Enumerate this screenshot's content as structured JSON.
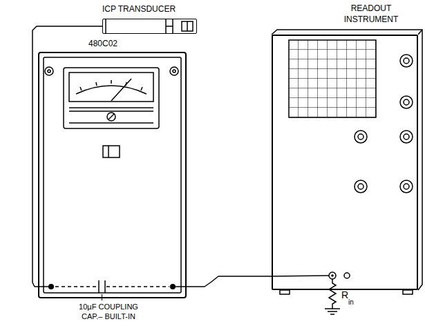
{
  "diagram": {
    "nodes": [
      {
        "text": [
          "ICP TRANSDUCER"
        ]
      },
      {
        "text": [
          "READOUT INSTRUMENT"
        ]
      },
      {
        "text": [
          "480C02"
        ]
      }
    ],
    "edges": [
      {
        "from": 0,
        "to": 2,
        "arrow": "none"
      },
      {
        "from": 2,
        "to": 1,
        "arrow": "none"
      }
    ],
    "labels": [
      "10µF COUPLING CAP.– BUILT-IN",
      "R",
      "in"
    ]
  }
}
